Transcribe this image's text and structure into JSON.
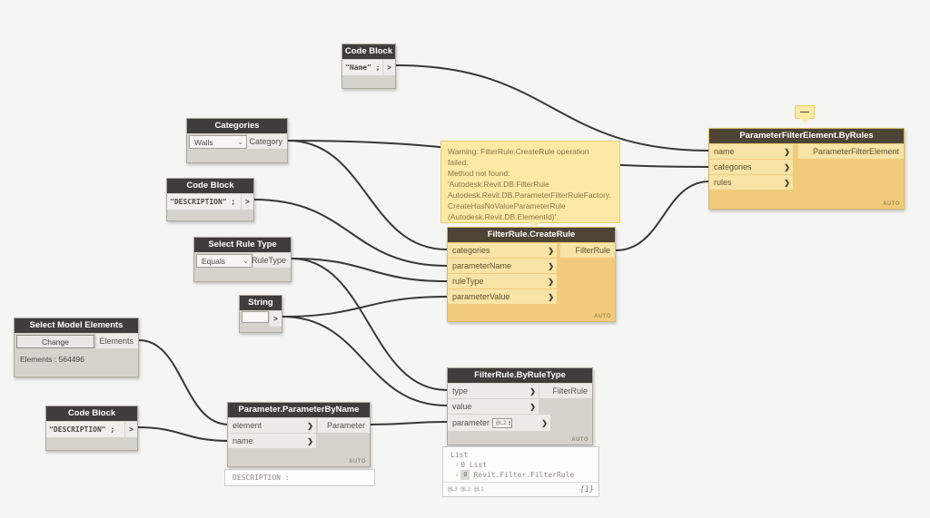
{
  "icons": {
    "port_chevron": "❯",
    "code_out_chevron": ">",
    "dropdown_caret": "⌄",
    "collapse_minus": "—",
    "list_arrow": "↓",
    "spin_up": "▴",
    "spin_down": "▾"
  },
  "nodes": {
    "code_block_name": {
      "title": "Code Block",
      "code": "\"Name\" ;"
    },
    "categories": {
      "title": "Categories",
      "selected": "Walls",
      "out": "Category"
    },
    "code_block_description_top": {
      "title": "Code Block",
      "code": "\"DESCRIPTION\" ;"
    },
    "select_rule_type": {
      "title": "Select Rule Type",
      "selected": "Equals",
      "out": "RuleType"
    },
    "string": {
      "title": "String"
    },
    "select_model_elements": {
      "title": "Select Model Elements",
      "button": "Change",
      "out": "Elements",
      "info": "Elements : 564496"
    },
    "code_block_description_bottom": {
      "title": "Code Block",
      "code": "\"DESCRIPTION\" ;"
    },
    "parameter_by_name": {
      "title": "Parameter.ParameterByName",
      "inputs": [
        "element",
        "name"
      ],
      "out": "Parameter",
      "lacing": "AUTO",
      "preview": "DESCRIPTION :"
    },
    "filter_rule_create_rule": {
      "title": "FilterRule.CreateRule",
      "inputs": [
        "categories",
        "parameterName",
        "ruleType",
        "parameterValue"
      ],
      "out": "FilterRule",
      "lacing": "AUTO"
    },
    "parameter_filter_element_by_rules": {
      "title": "ParameterFilterElement.ByRules",
      "inputs": [
        "name",
        "categories",
        "rules"
      ],
      "out": "ParameterFilterElement",
      "lacing": "AUTO"
    },
    "filter_rule_by_rule_type": {
      "title": "FilterRule.ByRuleType",
      "inputs": [
        "type",
        "value"
      ],
      "parameter_input": "parameter",
      "level": "@L2",
      "out": "FilterRule",
      "lacing": "AUTO"
    }
  },
  "warning": {
    "lines": [
      "Warning: FilterRule.CreateRule operation",
      "failed.",
      "Method not found:",
      "'Autodesk.Revit.DB.FilterRule",
      "Autodesk.Revit.DB.ParameterFilterRuleFactory.",
      "CreateHasNoValueParameterRule",
      "(Autodesk.Revit.DB.ElementId)'."
    ]
  },
  "preview_list": {
    "root": "List",
    "child": "0 List",
    "item_index": "0",
    "item_type": "Revit.Filter.FilterRule",
    "levels": "@L3 @L2 @L1",
    "count": "{1}"
  }
}
